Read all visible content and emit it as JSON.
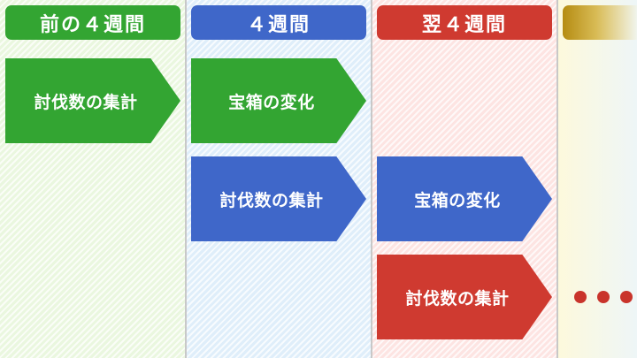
{
  "columns": [
    {
      "header": "前の４週間",
      "color": "#33a532"
    },
    {
      "header": "４週間",
      "color": "#3f67c9"
    },
    {
      "header": "翌４週間",
      "color": "#cf3a30"
    },
    {
      "header": "",
      "color": "#b58c12"
    }
  ],
  "arrows": [
    {
      "label": "討伐数の集計",
      "color": "#33a532"
    },
    {
      "label": "宝箱の変化",
      "color": "#33a532"
    },
    {
      "label": "討伐数の集計",
      "color": "#3f67c9"
    },
    {
      "label": "宝箱の変化",
      "color": "#3f67c9"
    },
    {
      "label": "討伐数の集計",
      "color": "#cf3a30"
    }
  ],
  "continuation": {
    "icon": "ellipsis-icon",
    "dot_count": 3,
    "color": "#c9342b"
  }
}
